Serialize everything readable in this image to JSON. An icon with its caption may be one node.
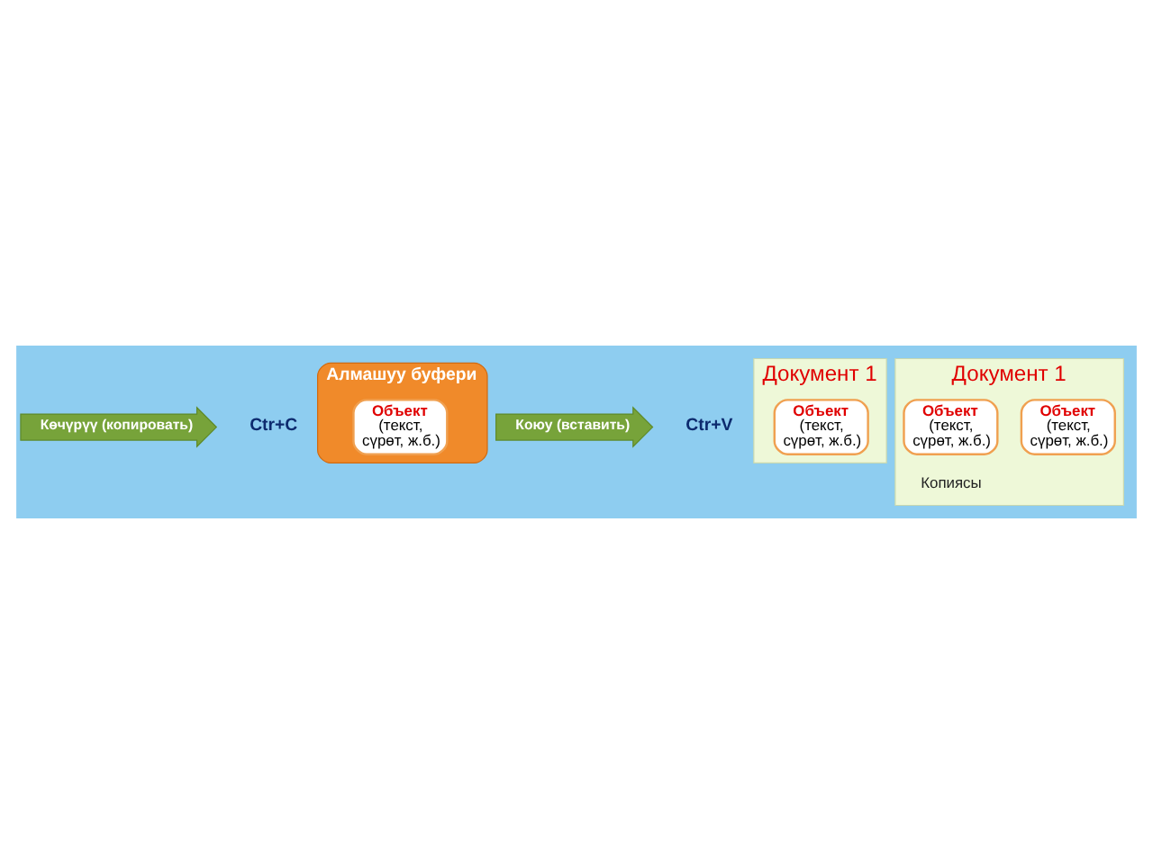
{
  "diagram": {
    "nodes": [
      {
        "text": [
          "Көчүрүү (копировать)"
        ],
        "beside": [
          "Ctr+C"
        ]
      },
      {
        "text": [
          "Алмашуу буфери"
        ]
      },
      {
        "text": [
          "Объект",
          "(текст, сүрөт, ж.б.)"
        ],
        "in": 1
      },
      {
        "text": [
          "Коюу (вставить)"
        ],
        "beside": [
          "Ctr+V"
        ]
      },
      {
        "text": [
          "Документ 1"
        ]
      },
      {
        "text": [
          "Объект",
          "(текст, сүрөт, ж.б.)"
        ],
        "in": 4
      },
      {
        "text": [
          "Документ 1"
        ]
      },
      {
        "text": [
          "Объект",
          "(текст, сүрөт, ж.б.)"
        ],
        "in": 6
      },
      {
        "text": [
          "Объект",
          "(текст, сүрөт, ж.б.)"
        ],
        "in": 6,
        "beside": [
          "Копиясы"
        ]
      }
    ],
    "edges": []
  }
}
